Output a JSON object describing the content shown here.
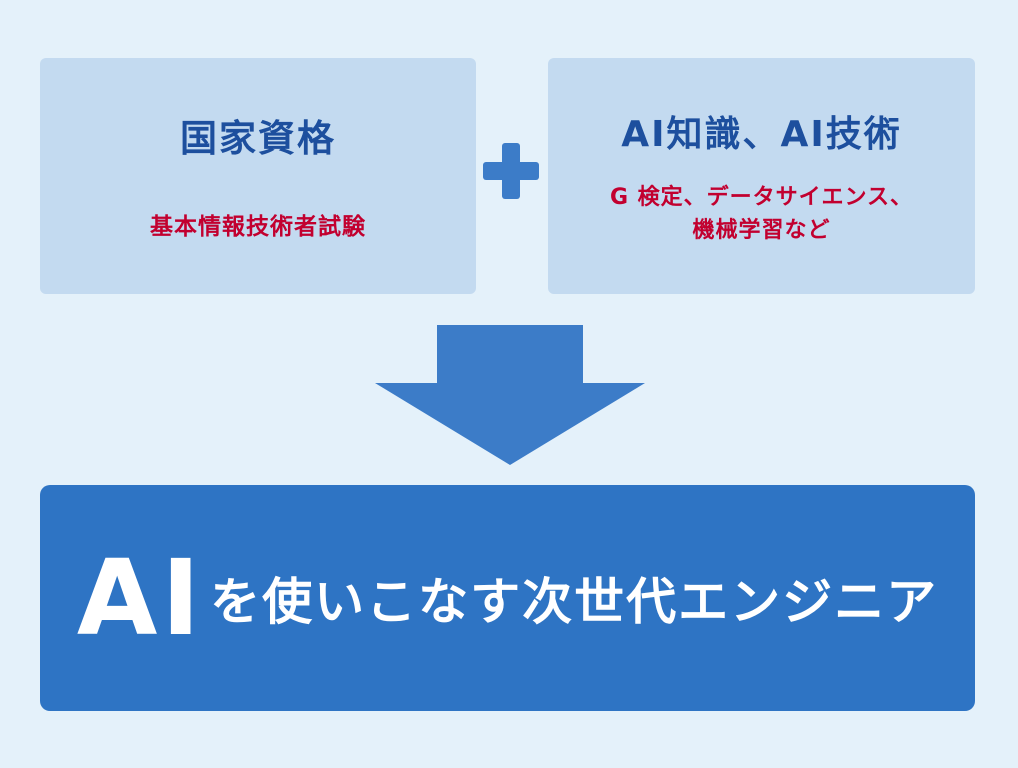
{
  "colors": {
    "bg": "#e4f1fa",
    "light-box": "#c3daf0",
    "title-blue": "#1d4f9e",
    "accent-red": "#c2002f",
    "accent-blue": "#3c7cc8",
    "result-bg": "#2e74c4",
    "result-text": "#ffffff"
  },
  "left_box": {
    "title": "国家資格",
    "subtitle": "基本情報技術者試験"
  },
  "plus_icon": "plus-icon",
  "arrow_icon": "down-arrow-icon",
  "right_box": {
    "title": "AI知識、AI技術",
    "subtitle_line1": "G 検定、データサイエンス、",
    "subtitle_line2": "機械学習など"
  },
  "result_box": {
    "big": "AI",
    "rest": "を使いこなす次世代エンジニア"
  }
}
